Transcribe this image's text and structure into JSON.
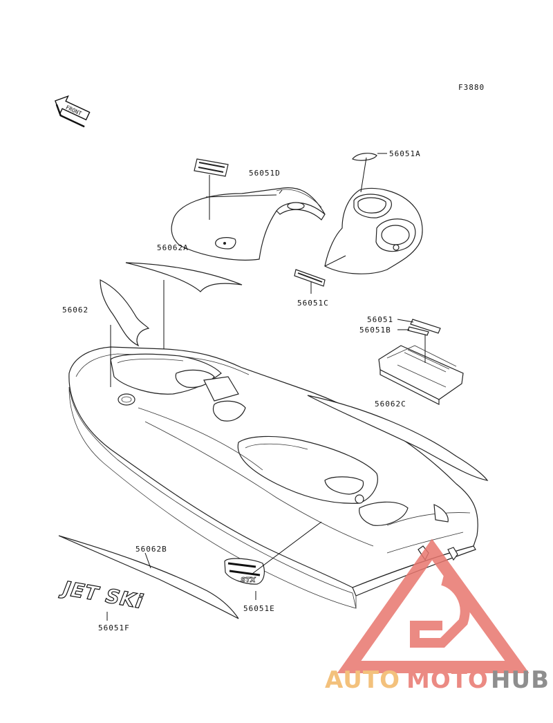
{
  "figure_code": "F3880",
  "front_arrow_label": "FRONT",
  "callouts": [
    {
      "id": "56051A",
      "label": "56051A"
    },
    {
      "id": "56051D",
      "label": "56051D"
    },
    {
      "id": "56062A",
      "label": "56062A"
    },
    {
      "id": "56051C",
      "label": "56051C"
    },
    {
      "id": "56062",
      "label": "56062"
    },
    {
      "id": "56051",
      "label": "56051"
    },
    {
      "id": "56051B",
      "label": "56051B"
    },
    {
      "id": "56062C",
      "label": "56062C"
    },
    {
      "id": "56062B",
      "label": "56062B"
    },
    {
      "id": "56051E",
      "label": "56051E"
    },
    {
      "id": "56051F",
      "label": "56051F"
    }
  ],
  "decal_text": {
    "jetski": "JET SKi",
    "stx": "STX"
  },
  "watermark": {
    "part1": "AUTO",
    "part2": "MOTO",
    "part3": "HUB",
    "color_orange": "#f2b766",
    "color_red": "#e8766e",
    "color_gray": "#7b7b7b"
  }
}
